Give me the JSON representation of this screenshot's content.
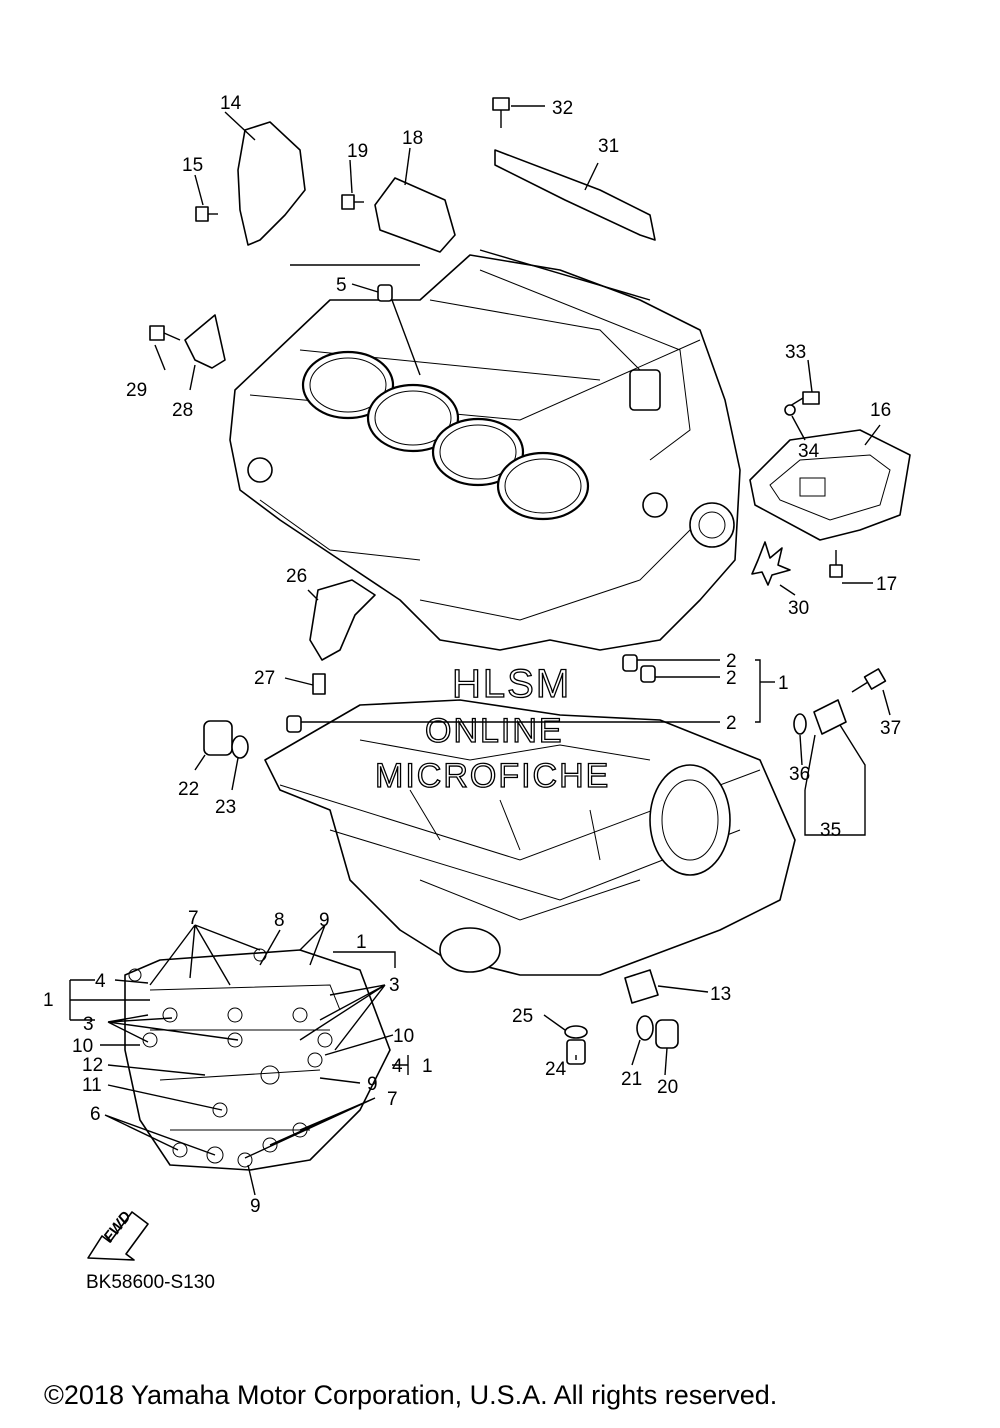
{
  "diagram": {
    "part_code": "BK58600-S130",
    "copyright": "©2018 Yamaha Motor Corporation, U.S.A. All rights reserved.",
    "watermark": [
      "HLSM",
      "ONLINE",
      "MICROFICHE"
    ],
    "direction_label": "FWD",
    "callouts": [
      {
        "id": "c-32",
        "text": "32"
      },
      {
        "id": "c-31",
        "text": "31"
      },
      {
        "id": "c-14",
        "text": "14"
      },
      {
        "id": "c-15",
        "text": "15"
      },
      {
        "id": "c-19",
        "text": "19"
      },
      {
        "id": "c-18",
        "text": "18"
      },
      {
        "id": "c-5",
        "text": "5"
      },
      {
        "id": "c-29",
        "text": "29"
      },
      {
        "id": "c-28",
        "text": "28"
      },
      {
        "id": "c-33",
        "text": "33"
      },
      {
        "id": "c-16",
        "text": "16"
      },
      {
        "id": "c-34",
        "text": "34"
      },
      {
        "id": "c-17",
        "text": "17"
      },
      {
        "id": "c-30",
        "text": "30"
      },
      {
        "id": "c-26",
        "text": "26"
      },
      {
        "id": "c-27",
        "text": "27"
      },
      {
        "id": "c-2a",
        "text": "2"
      },
      {
        "id": "c-2b",
        "text": "2"
      },
      {
        "id": "c-1a",
        "text": "1"
      },
      {
        "id": "c-2c",
        "text": "2"
      },
      {
        "id": "c-37",
        "text": "37"
      },
      {
        "id": "c-36",
        "text": "36"
      },
      {
        "id": "c-35",
        "text": "35"
      },
      {
        "id": "c-22",
        "text": "22"
      },
      {
        "id": "c-23",
        "text": "23"
      },
      {
        "id": "c-7a",
        "text": "7"
      },
      {
        "id": "c-8",
        "text": "8"
      },
      {
        "id": "c-9a",
        "text": "9"
      },
      {
        "id": "c-1b",
        "text": "1"
      },
      {
        "id": "c-4a",
        "text": "4"
      },
      {
        "id": "c-3a",
        "text": "3"
      },
      {
        "id": "c-1c",
        "text": "1"
      },
      {
        "id": "c-3b",
        "text": "3"
      },
      {
        "id": "c-10a",
        "text": "10"
      },
      {
        "id": "c-10b",
        "text": "10"
      },
      {
        "id": "c-12",
        "text": "12"
      },
      {
        "id": "c-4b",
        "text": "4"
      },
      {
        "id": "c-1d",
        "text": "1"
      },
      {
        "id": "c-11",
        "text": "11"
      },
      {
        "id": "c-9b",
        "text": "9"
      },
      {
        "id": "c-7b",
        "text": "7"
      },
      {
        "id": "c-6",
        "text": "6"
      },
      {
        "id": "c-9c",
        "text": "9"
      },
      {
        "id": "c-13",
        "text": "13"
      },
      {
        "id": "c-25",
        "text": "25"
      },
      {
        "id": "c-24",
        "text": "24"
      },
      {
        "id": "c-21",
        "text": "21"
      },
      {
        "id": "c-20",
        "text": "20"
      }
    ]
  }
}
